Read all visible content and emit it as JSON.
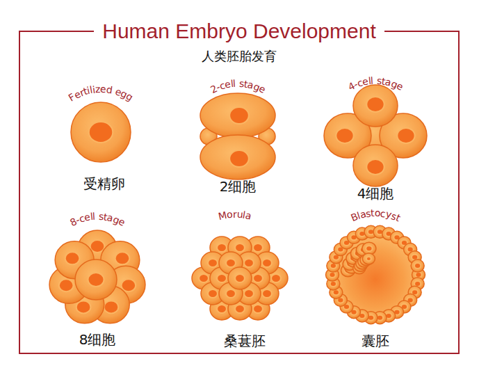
{
  "diagram": {
    "title": "Human Embryo Development",
    "labels": [
      "人类胚胎发育",
      "Fertilized egg",
      "受精卵",
      "2-cell stage",
      "2细胞",
      "4-cell stage",
      "4细胞",
      "8-cell stage",
      "8细胞",
      "Morula",
      "桑葚胚",
      "Blastocyst",
      "囊胚"
    ]
  }
}
